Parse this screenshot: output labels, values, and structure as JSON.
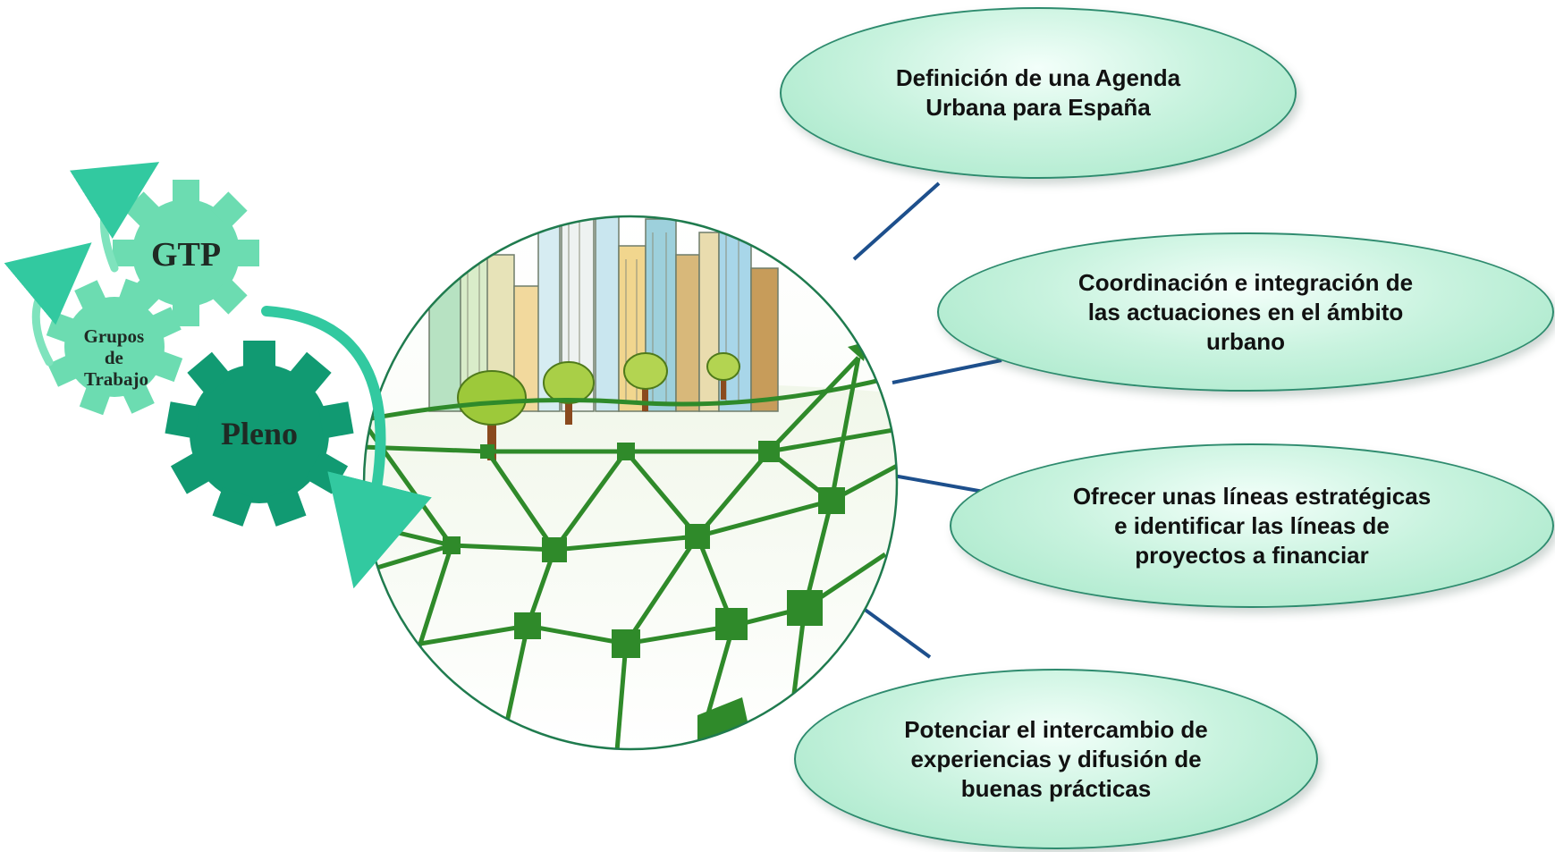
{
  "gears": {
    "gtp": "GTP",
    "grupos_line1": "Grupos",
    "grupos_line2": "de",
    "grupos_line3": "Trabajo",
    "pleno": "Pleno"
  },
  "objectives": {
    "agenda_line1": "Definición de una Agenda",
    "agenda_line2": "Urbana para España",
    "coordinacion_line1": "Coordinación e integración de",
    "coordinacion_line2": "las actuaciones en el ámbito",
    "coordinacion_line3": "urbano",
    "lineas_line1": "Ofrecer unas líneas estratégicas",
    "lineas_line2": "e identificar las líneas de",
    "lineas_line3": "proyectos a financiar",
    "intercambio_line1": "Potenciar el intercambio de",
    "intercambio_line2": "experiencias y difusión de",
    "intercambio_line3": "buenas prácticas"
  },
  "colors": {
    "gear_light": "#6cdcb1",
    "gear_dark": "#119a72",
    "arrow": "#32c9a0",
    "connector": "#1d4f8c",
    "network": "#2f8a2a"
  }
}
